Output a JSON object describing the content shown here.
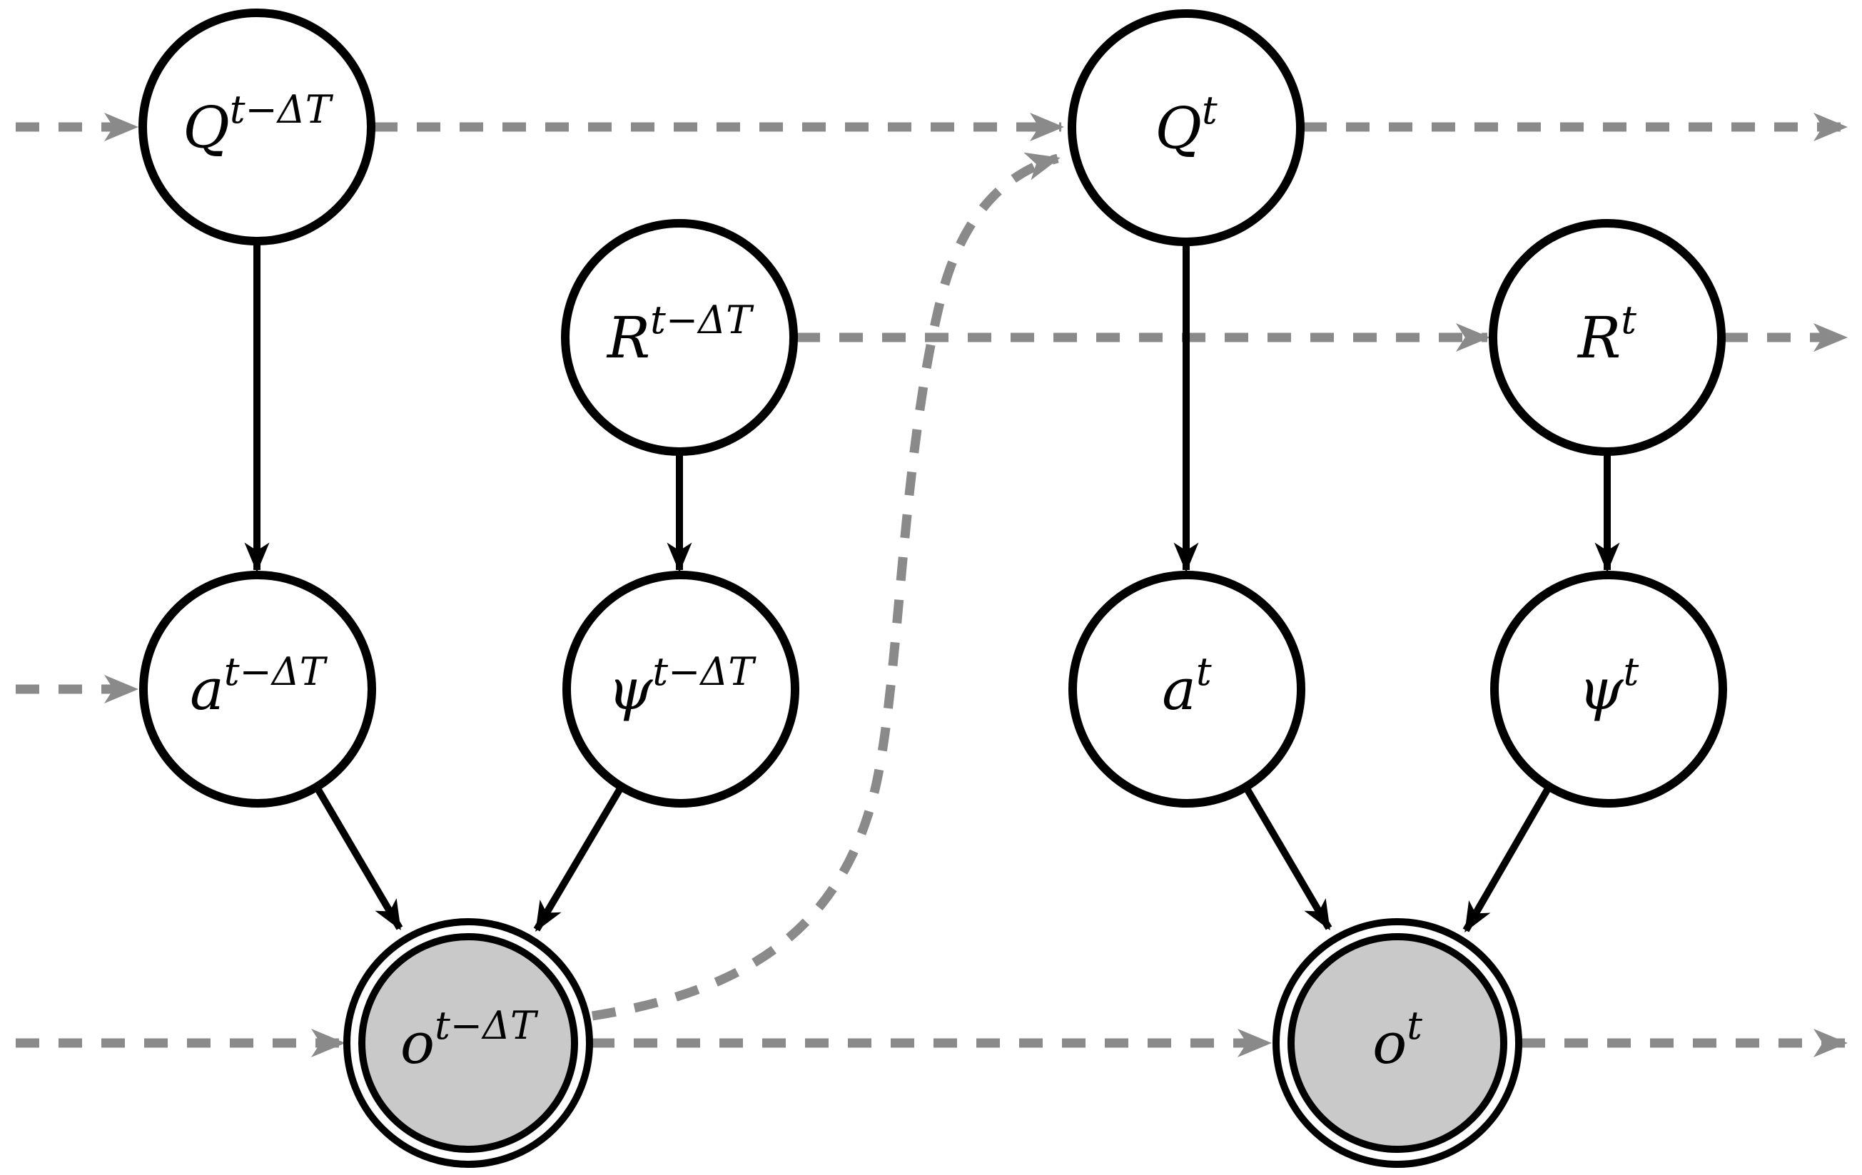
{
  "diagram": {
    "kind": "graphical-model-two-time-slices",
    "background": "#ffffff",
    "colors": {
      "node_stroke": "#000000",
      "latent_fill": "#ffffff",
      "observed_fill": "#c9c9c9",
      "solid_edge": "#000000",
      "dashed_edge": "#8a8a8a"
    }
  },
  "nodes": [
    {
      "id": "Q_prev",
      "base": "Q",
      "sup": "t−ΔT",
      "observed": false
    },
    {
      "id": "R_prev",
      "base": "R",
      "sup": "t−ΔT",
      "observed": false
    },
    {
      "id": "a_prev",
      "base": "a",
      "sup": "t−ΔT",
      "observed": false
    },
    {
      "id": "psi_prev",
      "base": "ψ",
      "sup": "t−ΔT",
      "observed": false
    },
    {
      "id": "o_prev",
      "base": "o",
      "sup": "t−ΔT",
      "observed": true
    },
    {
      "id": "Q_t",
      "base": "Q",
      "sup": "t",
      "observed": false
    },
    {
      "id": "R_t",
      "base": "R",
      "sup": "t",
      "observed": false
    },
    {
      "id": "a_t",
      "base": "a",
      "sup": "t",
      "observed": false
    },
    {
      "id": "psi_t",
      "base": "ψ",
      "sup": "t",
      "observed": false
    },
    {
      "id": "o_t",
      "base": "o",
      "sup": "t",
      "observed": true
    }
  ],
  "edges": {
    "solid": [
      {
        "from": "Q_prev",
        "to": "a_prev"
      },
      {
        "from": "R_prev",
        "to": "psi_prev"
      },
      {
        "from": "a_prev",
        "to": "o_prev"
      },
      {
        "from": "psi_prev",
        "to": "o_prev"
      },
      {
        "from": "Q_t",
        "to": "a_t"
      },
      {
        "from": "R_t",
        "to": "psi_t"
      },
      {
        "from": "a_t",
        "to": "o_t"
      },
      {
        "from": "psi_t",
        "to": "o_t"
      }
    ],
    "dashed": [
      {
        "from": "off-canvas-left",
        "to": "Q_prev"
      },
      {
        "from": "Q_prev",
        "to": "Q_t"
      },
      {
        "from": "Q_t",
        "to": "off-canvas-right"
      },
      {
        "from": "R_prev",
        "to": "R_t"
      },
      {
        "from": "R_t",
        "to": "off-canvas-right"
      },
      {
        "from": "off-canvas-left",
        "to": "a_prev"
      },
      {
        "from": "off-canvas-left",
        "to": "o_prev"
      },
      {
        "from": "o_prev",
        "to": "o_t"
      },
      {
        "from": "o_t",
        "to": "off-canvas-right"
      },
      {
        "from": "o_prev",
        "to": "Q_t",
        "curved": true
      }
    ]
  }
}
